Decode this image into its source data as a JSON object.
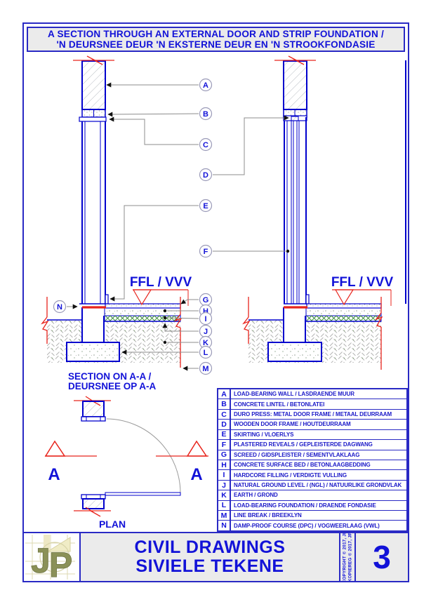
{
  "page": {
    "title_line1": "A SECTION THROUGH AN EXTERNAL DOOR AND STRIP FOUNDATION /",
    "title_line2": "'N DEURSNEE DEUR 'N EKSTERNE DEUR EN 'N STROOKFONDASIE"
  },
  "drawing": {
    "ffl_label": "FFL / VVV",
    "section_caption_line1": "SECTION ON A-A  /",
    "section_caption_line2": "DEURSNEE OP A-A",
    "plan_label": "PLAN",
    "section_marker": "A"
  },
  "legend": {
    "rows": [
      {
        "letter": "A",
        "text": "LOAD-BEARING WALL / LASDRAENDE MUUR"
      },
      {
        "letter": "B",
        "text": "CONCRETE LINTEL / BETONLATEI"
      },
      {
        "letter": "C",
        "text": "DURO PRESS: METAL DOOR FRAME / METAAL DEURRAAM"
      },
      {
        "letter": "D",
        "text": "WOODEN DOOR FRAME / HOUTDEURRAAM"
      },
      {
        "letter": "E",
        "text": "SKIRTING / VLOERLYS"
      },
      {
        "letter": "F",
        "text": "PLASTERED REVEALS / GEPLEISTERDE DAGWANG"
      },
      {
        "letter": "G",
        "text": "SCREED / GIDSPLEISTER / SEMENTVLAKLAAG"
      },
      {
        "letter": "H",
        "text": "CONCRETE SURFACE BED / BETONLAAGBEDDING"
      },
      {
        "letter": "I",
        "text": "HARDCORE FILLING / VERDIGTE VULLING"
      },
      {
        "letter": "J",
        "text": "NATURAL GROUND LEVEL / (NGL) / NATUURLIKE GRONDVLAK"
      },
      {
        "letter": "K",
        "text": "EARTH / GROND"
      },
      {
        "letter": "L",
        "text": "LOAD-BEARING FOUNDATION / DRAENDE FONDASIE"
      },
      {
        "letter": "M",
        "text": "LINE BREAK / BREEKLYN"
      },
      {
        "letter": "N",
        "text": "DAMP-PROOF COURSE (DPC) / VOGWEERLAAG (VWL)"
      }
    ]
  },
  "footer": {
    "title_line1": "CIVIL DRAWINGS",
    "title_line2": "SIVIELE TEKENE",
    "sheet_number": "3",
    "copyright_line1": "COPYRIGHT © 2017, JP",
    "copyright_line2": "KOPIEREG © 2017, JP",
    "logo": {
      "j": "J",
      "p": "P"
    }
  },
  "colors": {
    "accent_blue": "#1212d8",
    "line_blue": "#0000cd",
    "red": "#e8241c",
    "green": "#3e8e3e",
    "leader_gray": "#8c8c8c",
    "panel_gray": "#ebebeb"
  }
}
